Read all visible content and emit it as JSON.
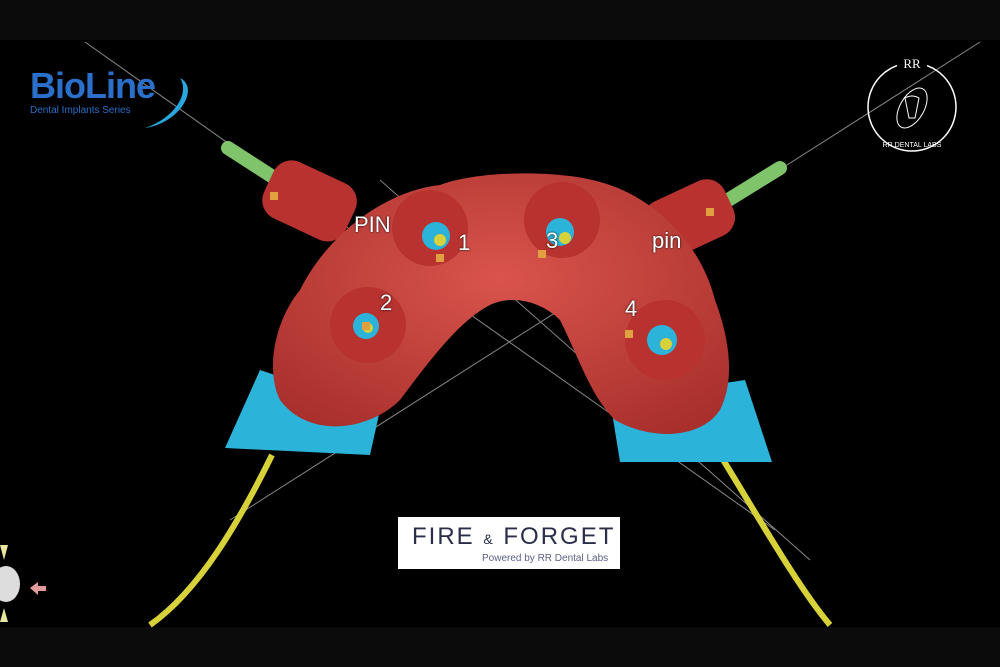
{
  "brand_left": {
    "name": "BioLine",
    "tagline": "Dental Implants Series"
  },
  "brand_right": {
    "monogram": "RR",
    "name": "RR DENTAL LABS"
  },
  "labels": {
    "pin_left": "PIN",
    "pin_right": "pin",
    "implant_1": "1",
    "implant_2": "2",
    "implant_3": "3",
    "implant_4": "4"
  },
  "banner": {
    "title_a": "FIRE",
    "amp": "&",
    "title_b": "FORGET",
    "subtitle": "Powered by RR Dental Labs"
  },
  "colors": {
    "guide": "#c8403c",
    "tissue": "#2bb3d9",
    "pin": "#7fc46a",
    "nerve": "#d8d23a"
  }
}
